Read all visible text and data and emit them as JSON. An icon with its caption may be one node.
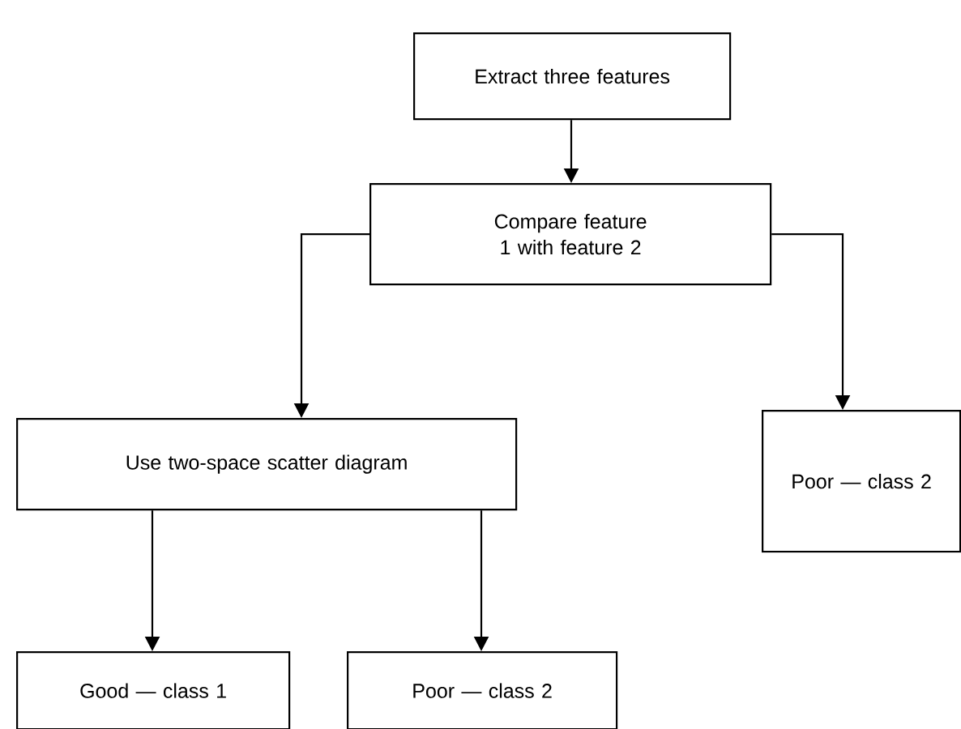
{
  "diagram": {
    "nodes": [
      {
        "text": [
          "Extract three features"
        ]
      },
      {
        "text": [
          "Compare feature 1 with feature 2"
        ]
      },
      {
        "text": [
          "Use two-space scatter diagram"
        ]
      },
      {
        "text": [
          "Poor — class 2"
        ]
      },
      {
        "text": [
          "Good — class 1"
        ]
      },
      {
        "text": [
          "Poor — class 2"
        ]
      }
    ],
    "edges": [
      {
        "from": 0,
        "to": 1,
        "arrow": "to"
      },
      {
        "from": 1,
        "to": 2,
        "arrow": "to"
      },
      {
        "from": 1,
        "to": 3,
        "arrow": "to"
      },
      {
        "from": 2,
        "to": 4,
        "arrow": "to"
      },
      {
        "from": 2,
        "to": 5,
        "arrow": "to"
      }
    ]
  }
}
